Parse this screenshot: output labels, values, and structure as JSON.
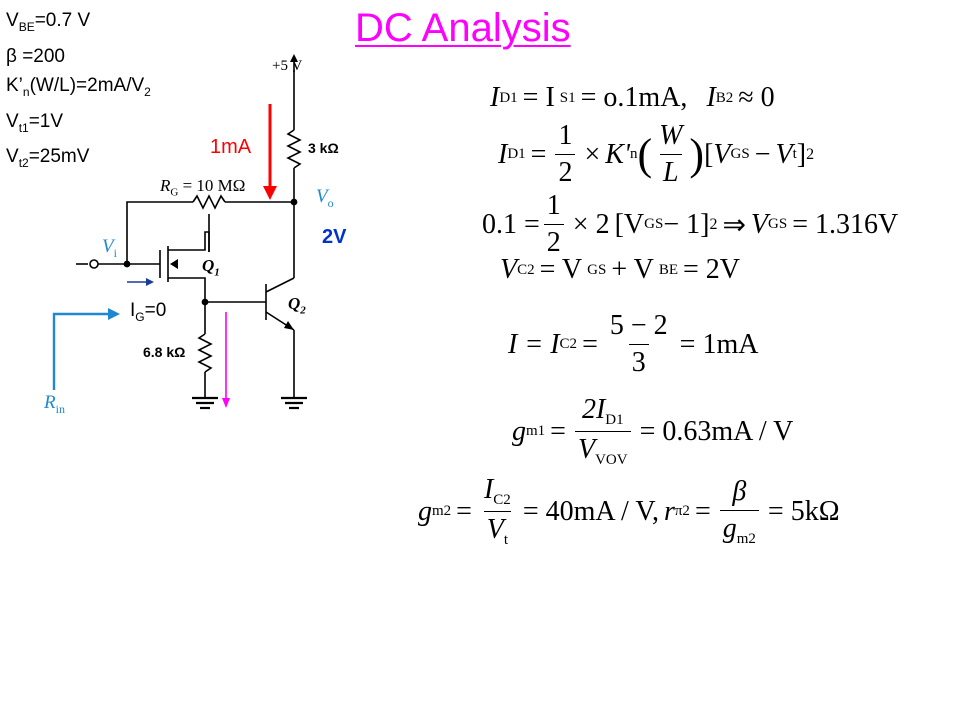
{
  "title": "DC Analysis",
  "params": {
    "vbe": {
      "main": "V",
      "sub": "BE",
      "rest": "=0.7 V"
    },
    "beta": "β =200",
    "kn": {
      "a": "K’",
      "sub1": "n",
      "b": "(W/L)=2mA/V",
      "sub2": "2"
    },
    "vt1": {
      "main": "V",
      "sub": "t1",
      "rest": "=1V"
    },
    "vt2": {
      "main": "V",
      "sub": "t2",
      "rest": "=25mV"
    }
  },
  "annotations": {
    "current": "1mA",
    "voltage": "2V",
    "ig_main": "I",
    "ig_sub": "G",
    "ig_rest": "=0"
  },
  "circuit": {
    "supply": "+5  V",
    "rc": "3 kΩ",
    "rg_main": "R",
    "rg_sub": "G",
    "rg_rest": " = 10 MΩ",
    "re": "6.8 kΩ",
    "vo_main": "V",
    "vo_sub": "o",
    "vi_main": "V",
    "vi_sub": "i",
    "q1_main": "Q",
    "q1_sub": "1",
    "q2_main": "Q",
    "q2_sub": "2",
    "rin_main": "R",
    "rin_sub": "in"
  },
  "colors": {
    "title": "#ff00ff",
    "red_arrow": "#ff0000",
    "blue_label": "#0033cc",
    "pink_arrow": "#ff00ff",
    "circuit_blue": "#1e88d0"
  },
  "equations": {
    "e1": {
      "a": "I",
      "a_sub": "D1",
      "b": "= I",
      "b_sub": "S1",
      "c": "= o.1mA,",
      "d": "I",
      "d_sub": "B2",
      "e": "≈ 0"
    },
    "e2": {
      "lhs": "I",
      "lhs_sub": "D1",
      "eq": "=",
      "num": "1",
      "den": "2",
      "times": "×",
      "k": "K'",
      "k_sub": "n",
      "wnum": "W",
      "wden": "L",
      "vgs": "V",
      "vgs_sub": "GS",
      "minus": "−",
      "vt": "V",
      "vt_sub": "t",
      "sq": "2"
    },
    "e3": {
      "lhs": "0.1 =",
      "num": "1",
      "den": "2",
      "times": "× 2",
      "inner": "[V",
      "inner_sub": "GS",
      "inner_rest": " − 1]",
      "sq": "2",
      "implies": "⇒",
      "res": "V",
      "res_sub": "GS",
      "res_val": "= 1.316V"
    },
    "e4": {
      "a": "V",
      "a_sub": "C2",
      "b": "= V",
      "b_sub": "GS",
      "c": "+ V",
      "c_sub": "BE",
      "d": "= 2V"
    },
    "e5": {
      "a": "I = I",
      "a_sub": "C2",
      "b": "=",
      "num": "5 − 2",
      "den": "3",
      "c": "= 1mA"
    },
    "e6": {
      "a": "g",
      "a_sub": "m1",
      "b": "=",
      "num": "2I",
      "num_sub": "D1",
      "den": "V",
      "den_sub": "VOV",
      "c": "= 0.63mA / V"
    },
    "e7": {
      "a": "g",
      "a_sub": "m2",
      "b": "=",
      "num": "I",
      "num_sub": "C2",
      "den": "V",
      "den_sub": "t",
      "c": "= 40mA / V,",
      "d": "r",
      "d_sub": "π2",
      "e": "=",
      "num2": "β",
      "den2": "g",
      "den2_sub": "m2",
      "f": "= 5kΩ"
    }
  }
}
